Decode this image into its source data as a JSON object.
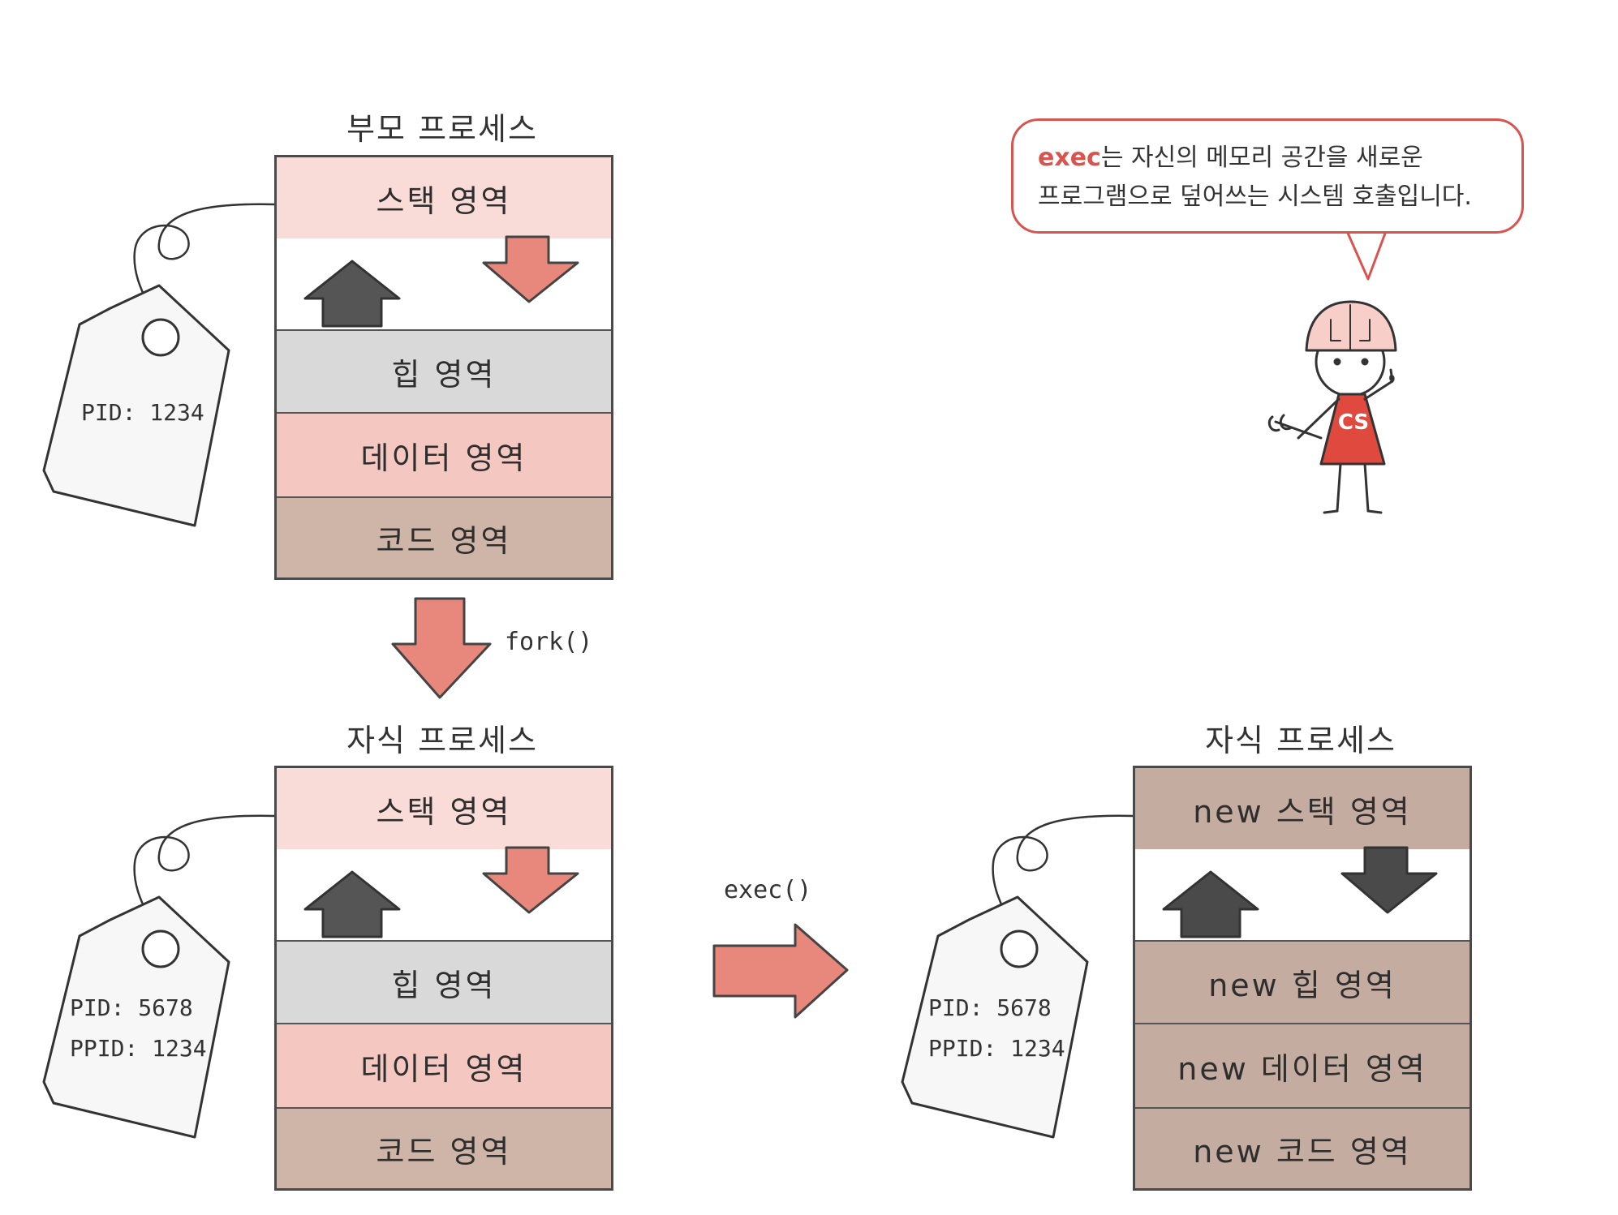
{
  "parent": {
    "title": "부모 프로세스",
    "segments": [
      "스택 영역",
      "힙 영역",
      "데이터 영역",
      "코드 영역"
    ],
    "tag": [
      "PID: 1234"
    ]
  },
  "fork_label": "fork()",
  "child": {
    "title": "자식 프로세스",
    "segments": [
      "스택 영역",
      "힙 영역",
      "데이터 영역",
      "코드 영역"
    ],
    "tag": [
      "PID: 5678",
      "PPID: 1234"
    ]
  },
  "exec_label": "exec()",
  "child_after_exec": {
    "title": "자식 프로세스",
    "segments": [
      "new 스택 영역",
      "new 힙 영역",
      "new 데이터 영역",
      "new 코드 영역"
    ],
    "tag": [
      "PID: 5678",
      "PPID: 1234"
    ]
  },
  "speech_bubble": {
    "highlight": "exec",
    "line1_rest": "는 자신의 메모리 공간을 새로운",
    "line2": "프로그램으로 덮어쓰는 시스템 호출입니다."
  },
  "mascot_badge": "CS",
  "colors": {
    "accent": "#d9534f",
    "arrow_red": "#e8877b",
    "arrow_dark": "#555555",
    "stack_pink": "#f9dcd8",
    "heap_gray": "#d9d9d9",
    "data_pink": "#f4c7c0",
    "code_brown": "#ceb5a7",
    "new_brown": "#c4aca0"
  }
}
